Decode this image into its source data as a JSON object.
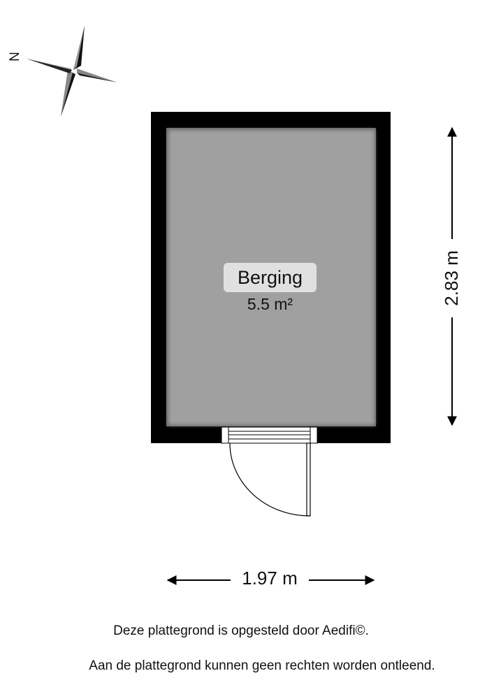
{
  "compass": {
    "north_letter": "N",
    "icon": "compass-rose-icon"
  },
  "room": {
    "name": "Berging",
    "area": "5.5 m²"
  },
  "dimensions": {
    "width": "1.97 m",
    "height": "2.83 m"
  },
  "footer": {
    "line1": "Deze plattegrond is opgesteld door Aedifi©.",
    "line2": "Aan de plattegrond kunnen geen rechten worden ontleend."
  },
  "colors": {
    "wall": "#000000",
    "floor": "#a0a0a0",
    "background": "#ffffff"
  }
}
